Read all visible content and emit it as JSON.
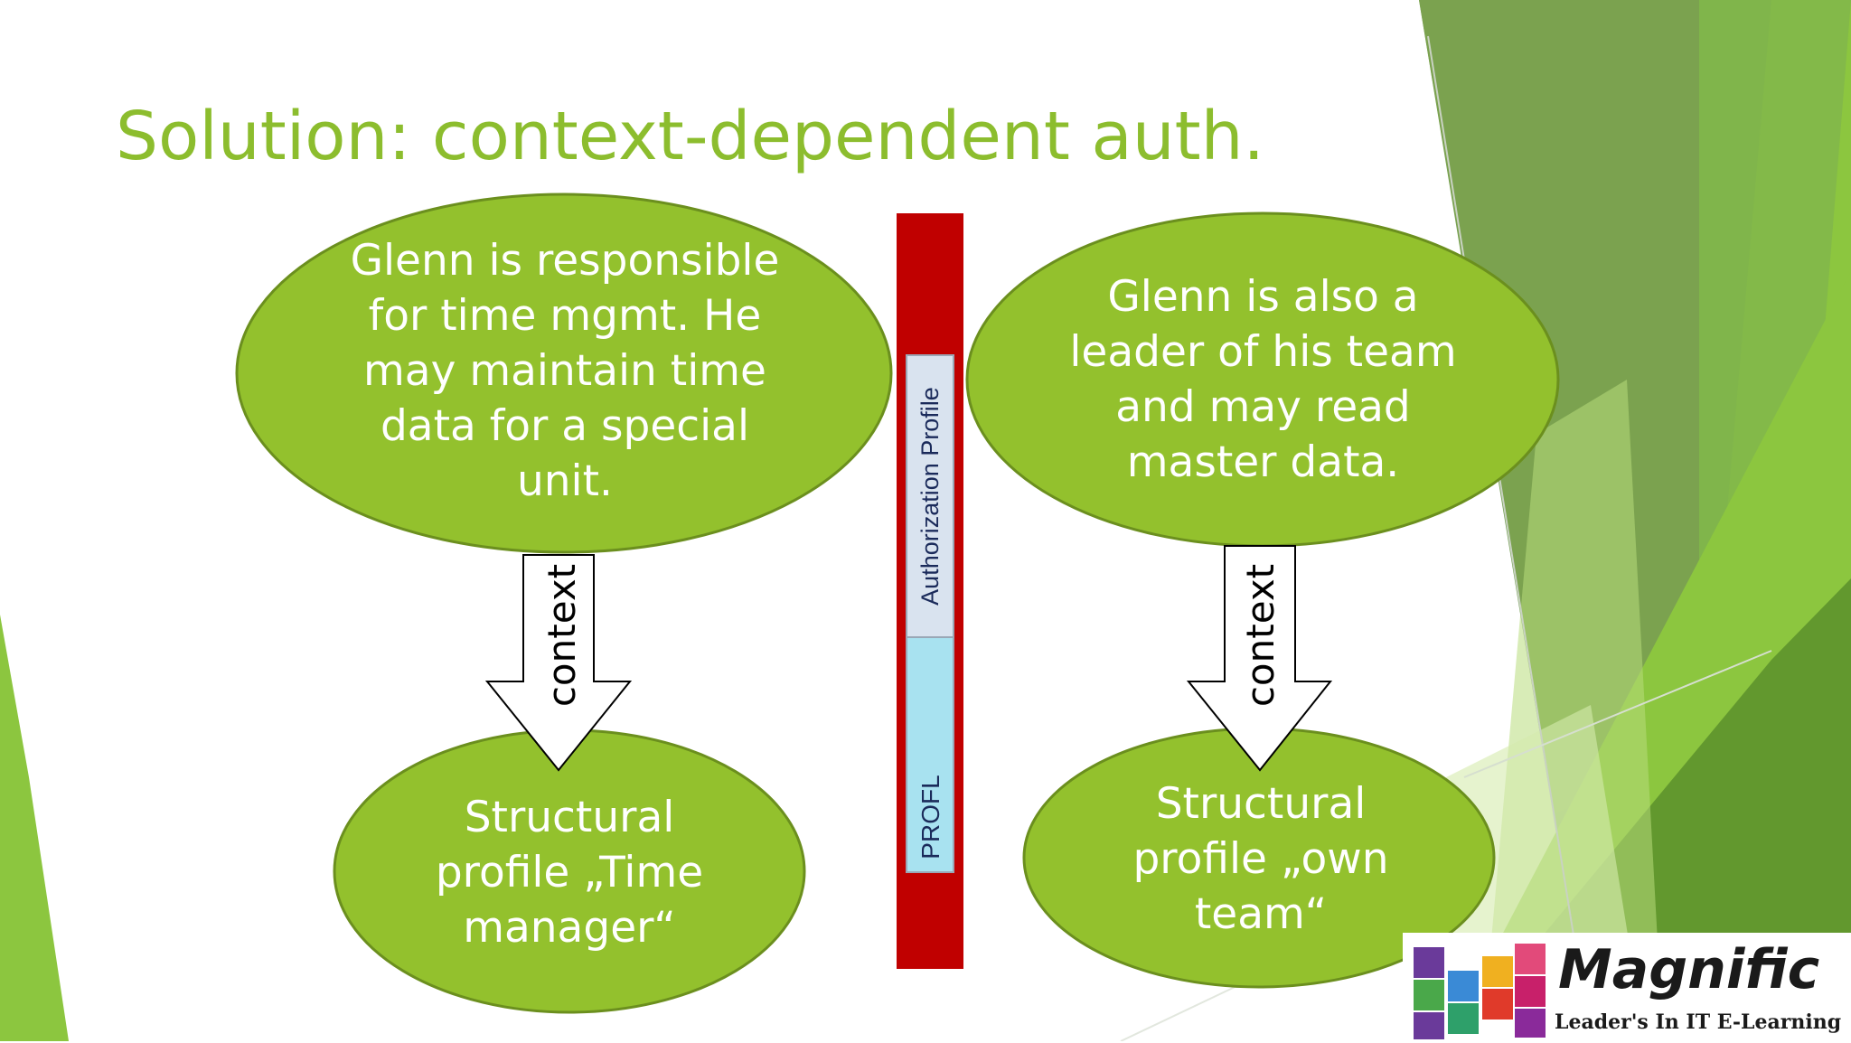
{
  "slide": {
    "title": "Solution: context-dependent auth.",
    "left": {
      "top_text": "Glenn is responsible for time mgmt. He may maintain time data for a special unit.",
      "arrow_label": "context",
      "bottom_text": "Structural profile „Time manager“"
    },
    "right": {
      "top_text": "Glenn is also a leader of his team and may read master data.",
      "arrow_label": "context",
      "bottom_text": "Structural profile „own team“"
    },
    "column": {
      "header": "Authorization Profile",
      "value": "PROFL"
    }
  },
  "logo": {
    "name": "Magnific",
    "tagline": "Leader's In IT E-Learning"
  },
  "colors": {
    "title": "#8cbd2e",
    "ellipse_fill": "#93c12d",
    "ellipse_stroke": "#6b8f1e",
    "red_bar": "#c00000",
    "cell_header": "#d9e3ef",
    "cell_value": "#a8e2f0"
  },
  "icons": [
    "down-arrow-icon",
    "magnific-logo-cubes-icon"
  ]
}
